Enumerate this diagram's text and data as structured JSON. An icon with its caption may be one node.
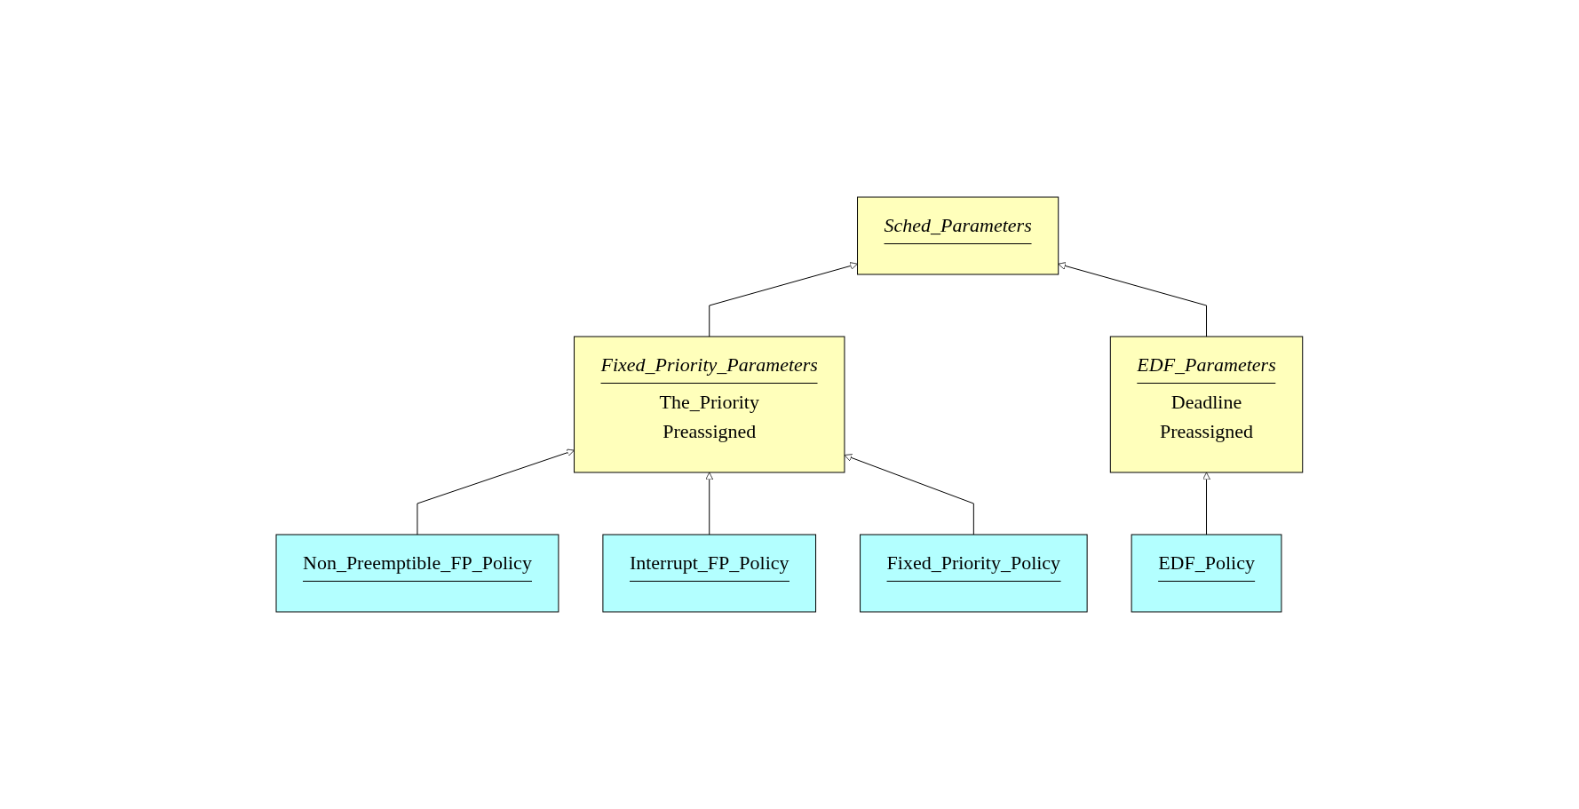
{
  "diagram": {
    "nodes": [
      {
        "text": [
          "Sched_Parameters"
        ]
      },
      {
        "text": [
          "Fixed_Priority_Parameters",
          "The_Priority",
          "Preassigned"
        ]
      },
      {
        "text": [
          "EDF_Parameters",
          "Deadline",
          "Preassigned"
        ]
      },
      {
        "text": [
          "Non_Preemptible_FP_Policy"
        ]
      },
      {
        "text": [
          "Fixed_Priority_Policy"
        ]
      },
      {
        "text": [
          "Interrupt_FP_Policy"
        ]
      },
      {
        "text": [
          "EDF_Policy"
        ]
      }
    ],
    "edges": [
      {
        "from": 1,
        "to": 0,
        "arrow": "to"
      },
      {
        "from": 2,
        "to": 0,
        "arrow": "to"
      },
      {
        "from": 3,
        "to": 1,
        "arrow": "to"
      },
      {
        "from": 5,
        "to": 1,
        "arrow": "to"
      },
      {
        "from": 4,
        "to": 1,
        "arrow": "to"
      },
      {
        "from": 6,
        "to": 2,
        "arrow": "to"
      }
    ]
  }
}
